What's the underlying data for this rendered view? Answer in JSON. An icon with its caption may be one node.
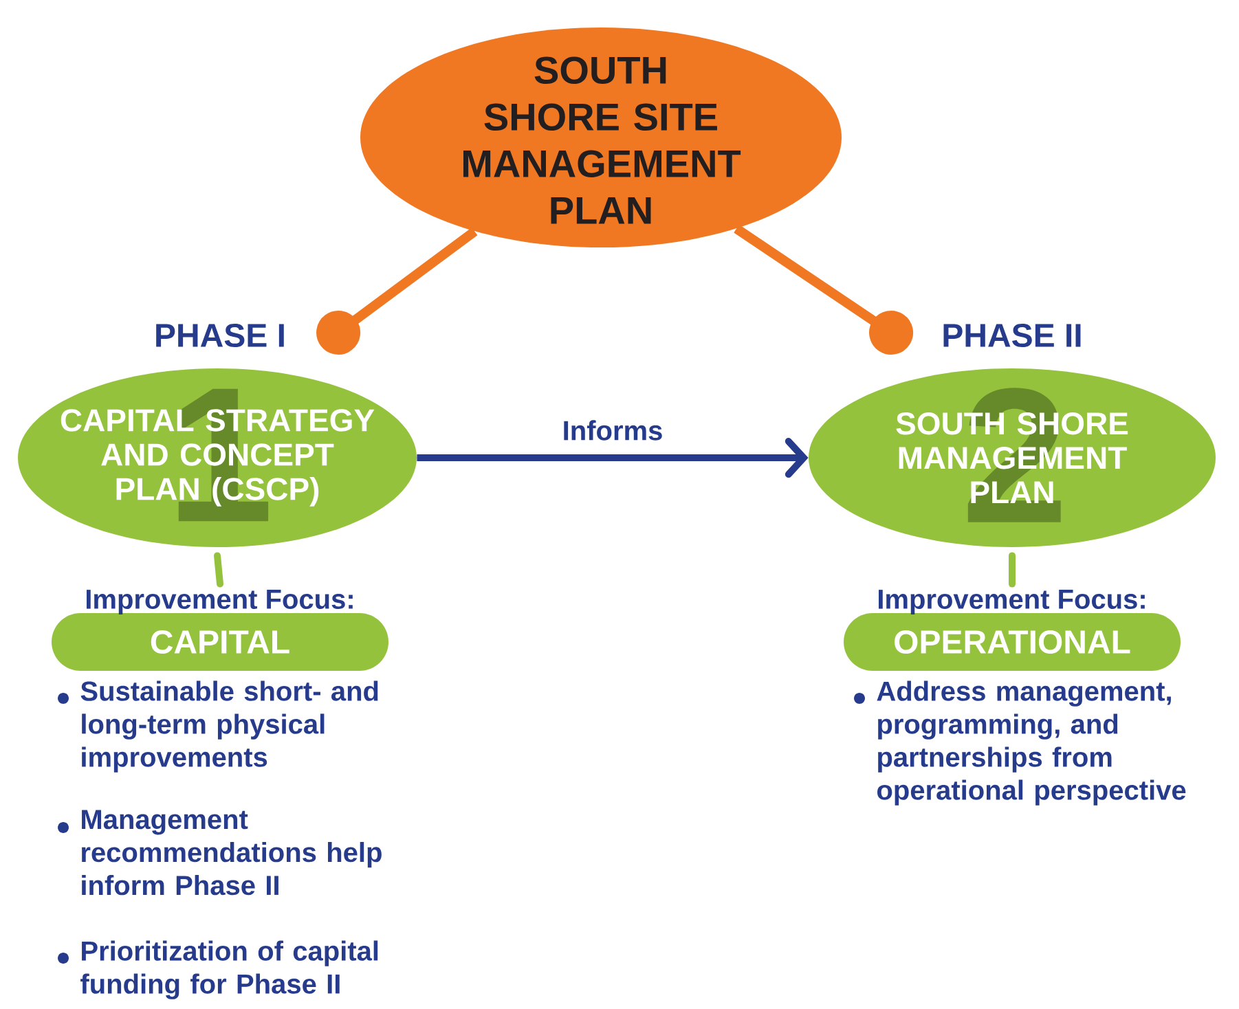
{
  "diagram": {
    "nodes": [
      {
        "text": [
          "SOUTH SHORE SITE MANAGEMENT PLAN"
        ]
      },
      {
        "text": [
          "1",
          "CAPITAL STRATEGY AND CONCEPT PLAN (CSCP)"
        ],
        "beside": [
          "PHASE I"
        ]
      },
      {
        "text": [
          "2",
          "SOUTH SHORE MANAGEMENT PLAN"
        ],
        "beside": [
          "PHASE II"
        ]
      },
      {
        "text": [
          "Improvement Focus:",
          "CAPITAL"
        ]
      },
      {
        "text": [
          "Improvement Focus:",
          "OPERATIONAL"
        ]
      }
    ],
    "edges": [
      {
        "from": 0,
        "to": 1,
        "arrow": "other",
        "color": "#f07822"
      },
      {
        "from": 0,
        "to": 2,
        "arrow": "other",
        "color": "#f07822"
      },
      {
        "from": 1,
        "to": 2,
        "arrow": "to",
        "label": "Informs",
        "color": "#263b8b"
      },
      {
        "from": 1,
        "to": 3,
        "arrow": "none",
        "color": "#95c23d"
      },
      {
        "from": 2,
        "to": 4,
        "arrow": "none",
        "color": "#95c23d"
      }
    ],
    "labels": [
      "Sustainable short- and long-term physical improvements",
      "Management recommendations help inform Phase II",
      "Prioritization of capital funding for Phase II",
      "Address management, programming, and partnerships from operational perspective"
    ]
  }
}
